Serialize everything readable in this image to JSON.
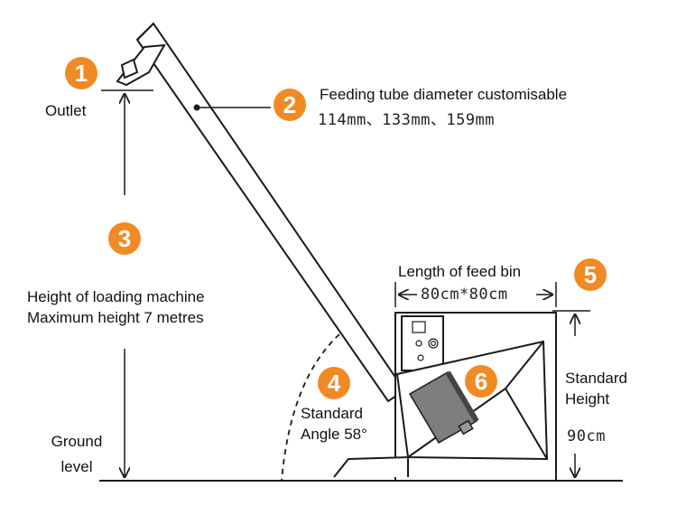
{
  "accent_color": "#f08a24",
  "line_color": "#1a1a1a",
  "badges": [
    "1",
    "2",
    "3",
    "4",
    "5",
    "6"
  ],
  "labels": {
    "outlet": "Outlet",
    "tube_title": "Feeding tube diameter customisable",
    "tube_sizes": "114mm、133mm、159mm",
    "height_line1": "Height of loading machine",
    "height_line2": "Maximum height 7 metres",
    "ground_line1": "Ground",
    "ground_line2": "level",
    "angle_line1": "Standard",
    "angle_line2": "Angle 58°",
    "bin_title": "Length of feed bin",
    "bin_size": "80cm*80cm",
    "std_height_line1": "Standard",
    "std_height_line2": "Height",
    "std_height_value": "90cm"
  }
}
